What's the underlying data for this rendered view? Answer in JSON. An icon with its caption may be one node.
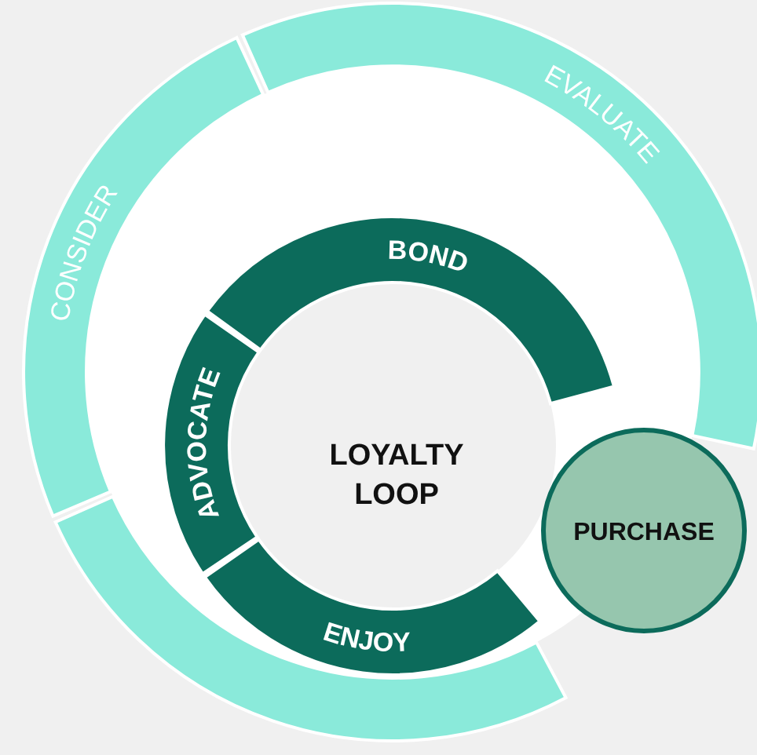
{
  "diagram": {
    "nodes": [
      {
        "text": [
          "EVALUATE"
        ]
      },
      {
        "text": [
          "CONSIDER"
        ]
      },
      {
        "text": [],
        "shape": "band"
      },
      {
        "text": [
          "BOND"
        ]
      },
      {
        "text": [
          "ADVOCATE"
        ]
      },
      {
        "text": [
          "ENJOY"
        ]
      },
      {
        "text": [
          "PURCHASE"
        ]
      }
    ],
    "edges": [],
    "labels": [
      "LOYALTY LOOP"
    ]
  }
}
